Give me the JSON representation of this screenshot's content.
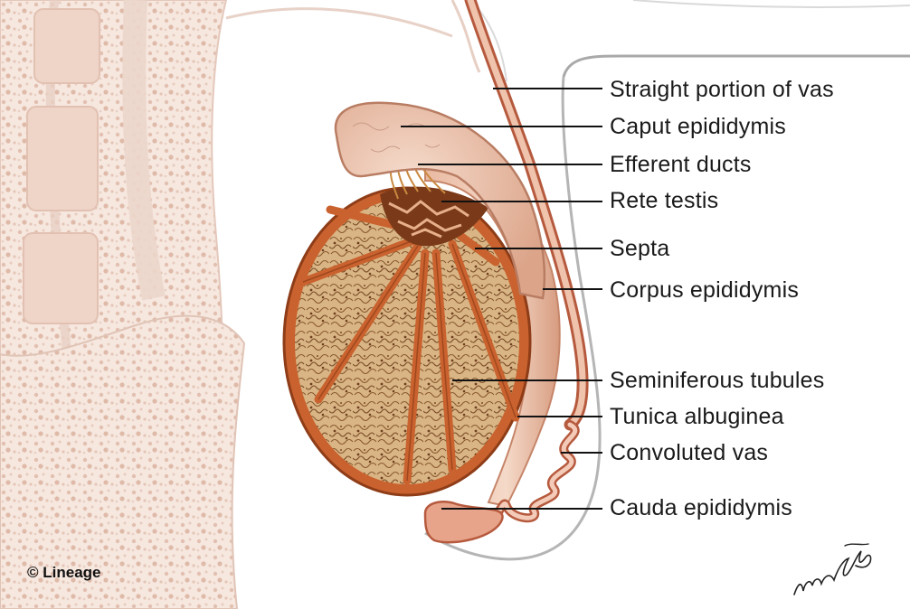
{
  "labels": {
    "straight_vas": "Straight portion of vas",
    "caput": "Caput epididymis",
    "efferent": "Efferent ducts",
    "rete": "Rete testis",
    "septa": "Septa",
    "corpus": "Corpus epididymis",
    "seminiferous": "Seminiferous tubules",
    "tunica": "Tunica albuginea",
    "convoluted_vas": "Convoluted vas",
    "cauda": "Cauda epididymis"
  },
  "credit": "© Lineage",
  "signature": "Vasanth",
  "colors": {
    "tunica": "#c9622e",
    "tunica_dark": "#8e3d18",
    "parenchyma": "#dcb98c",
    "epididymis": "#e8bfa6",
    "background_tissue": "#f1dcd2",
    "leader_line": "#111111"
  }
}
